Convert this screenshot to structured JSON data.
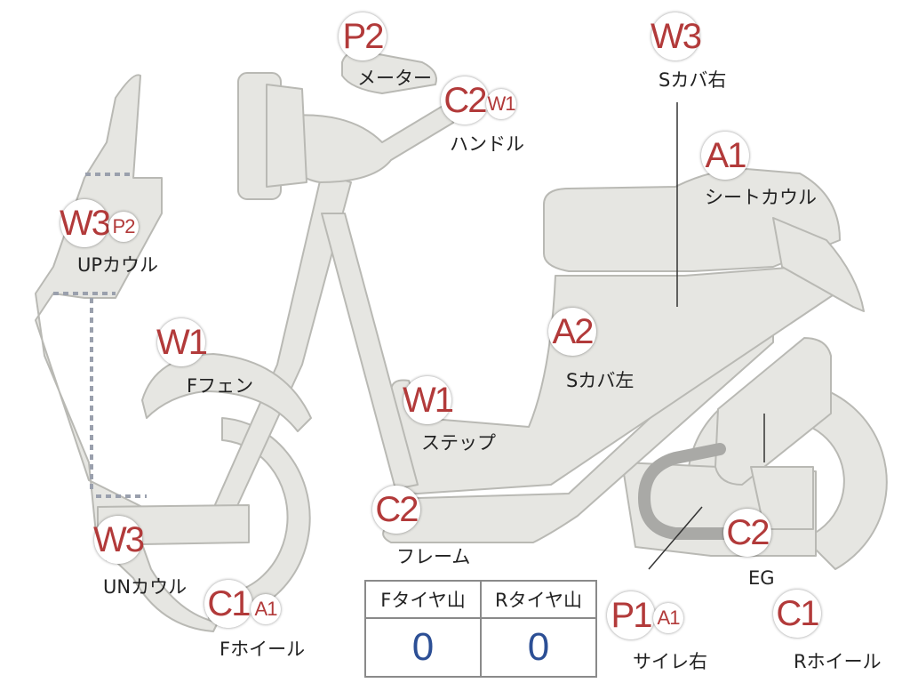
{
  "parts": {
    "meter": {
      "label": "メーター",
      "grades": [
        "P2"
      ]
    },
    "handle": {
      "label": "ハンドル",
      "grades": [
        "C2",
        "W1"
      ]
    },
    "s_cover_right": {
      "label": "Sカバ右",
      "grades": [
        "W3"
      ]
    },
    "seat_cowl": {
      "label": "シートカウル",
      "grades": [
        "A1"
      ]
    },
    "up_cowl": {
      "label": "UPカウル",
      "grades": [
        "W3",
        "P2"
      ]
    },
    "f_fender": {
      "label": "Fフェン",
      "grades": [
        "W1"
      ]
    },
    "s_cover_left": {
      "label": "Sカバ左",
      "grades": [
        "A2"
      ]
    },
    "step": {
      "label": "ステップ",
      "grades": [
        "W1"
      ]
    },
    "frame": {
      "label": "フレーム",
      "grades": [
        "C2"
      ]
    },
    "un_cowl": {
      "label": "UNカウル",
      "grades": [
        "W3"
      ]
    },
    "f_wheel": {
      "label": "Fホイール",
      "grades": [
        "C1",
        "A1"
      ]
    },
    "engine": {
      "label": "EG",
      "grades": [
        "C2"
      ]
    },
    "side_right": {
      "label": "サイレ右",
      "grades": [
        "P1",
        "A1"
      ]
    },
    "r_wheel": {
      "label": "Rホイール",
      "grades": [
        "C1"
      ]
    }
  },
  "tire_table": {
    "headers": [
      "Fタイヤ山",
      "Rタイヤ山"
    ],
    "values": [
      "0",
      "0"
    ]
  },
  "colors": {
    "grade_text": "#b23a3a",
    "part_fill": "#e6e6e2",
    "part_stroke": "#b9b9b4",
    "tire_value": "#2c4f95"
  }
}
